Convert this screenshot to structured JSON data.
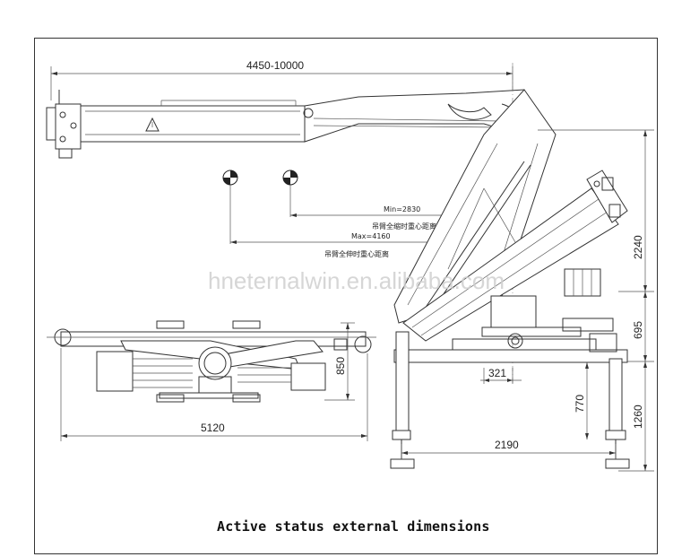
{
  "dimensions": {
    "reach": "4450-10000",
    "min_cg": "Min=2830",
    "min_cg_note": "吊臂全缩时重心距离",
    "max_cg": "Max=4160",
    "max_cg_note": "吊臂全伸时重心距离",
    "height_top": "2240",
    "height_mid": "695",
    "height_bottom": "1260",
    "leg_770": "770",
    "offset_321": "321",
    "outrigger_span": "2190",
    "base_length": "5120",
    "base_width": "850"
  },
  "watermark": "hneternalwin.en.alibaba.com",
  "caption": "Active status external dimensions"
}
